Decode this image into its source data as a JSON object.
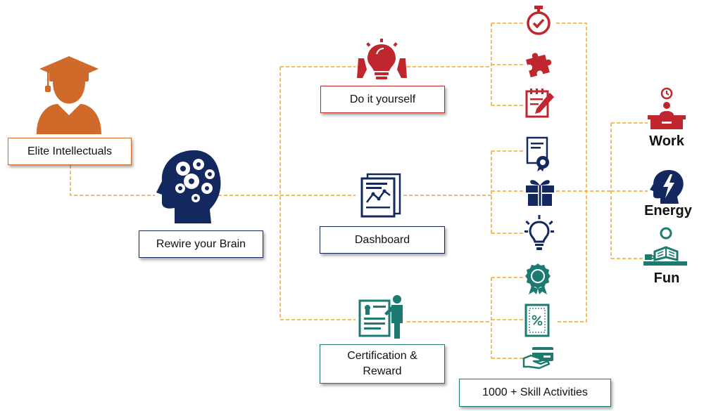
{
  "boxes": {
    "elite": "Elite Intellectuals",
    "rewire": "Rewire your Brain",
    "diy": "Do it yourself",
    "dashboard": "Dashboard",
    "cert_line1": "Certification &",
    "cert_line2": "Reward",
    "skills": "1000 + Skill Activities"
  },
  "outcomes": {
    "work": "Work",
    "energy": "Energy",
    "fun": "Fun"
  },
  "icons": {
    "elite": "graduate-icon",
    "rewire": "brain-gears-icon",
    "diy": "lightbulb-hands-icon",
    "dashboard": "report-chart-icon",
    "cert": "certificate-presenter-icon",
    "diy_items": [
      "stopwatch-check-icon",
      "puzzle-icon",
      "notepad-pencil-icon"
    ],
    "dashboard_items": [
      "certificate-seal-icon",
      "gift-icon",
      "idea-bulb-icon"
    ],
    "cert_items": [
      "award-ribbon-icon",
      "coupon-icon",
      "card-payment-icon"
    ],
    "outcomes": [
      "work-desk-icon",
      "energy-head-icon",
      "reading-fun-icon"
    ]
  },
  "colors": {
    "orange": "#CF6A2A",
    "navy": "#13285E",
    "red": "#C0262D",
    "teal": "#1D7A70",
    "connector": "#F0A92B"
  }
}
